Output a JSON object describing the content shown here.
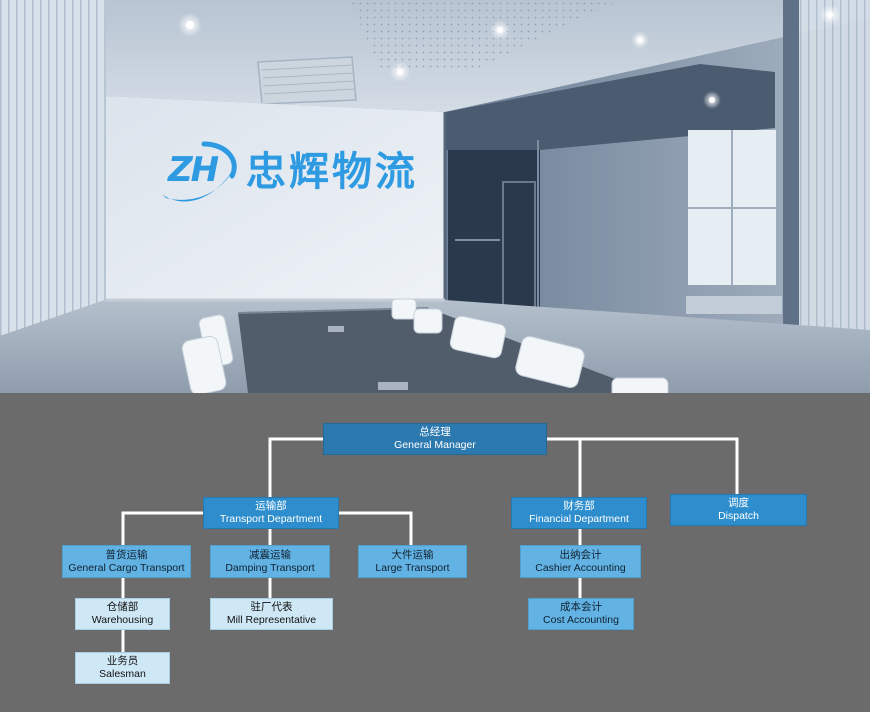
{
  "logo": {
    "mark": "ZH",
    "name": "忠辉物流"
  },
  "org_chart": {
    "zh": "总经理",
    "en": "General Manager",
    "children": [
      {
        "zh": "运输部",
        "en": "Transport Department",
        "children": [
          {
            "zh": "普货运输",
            "en": "General Cargo Transport",
            "children": [
              {
                "zh": "仓储部",
                "en": "Warehousing",
                "children": [
                  {
                    "zh": "业务员",
                    "en": "Salesman"
                  }
                ]
              }
            ]
          },
          {
            "zh": "减震运输",
            "en": "Damping Transport",
            "children": [
              {
                "zh": "驻厂代表",
                "en": "Mill Representative"
              }
            ]
          },
          {
            "zh": "大件运输",
            "en": "Large Transport"
          }
        ]
      },
      {
        "zh": "财务部",
        "en": "Financial Department",
        "children": [
          {
            "zh": "出纳会计",
            "en": "Cashier Accounting",
            "children": [
              {
                "zh": "成本会计",
                "en": "Cost Accounting"
              }
            ]
          }
        ]
      },
      {
        "zh": "调度",
        "en": "Dispatch"
      }
    ]
  },
  "colors": {
    "chart_background": "#6b6b6b",
    "connector": "#ffffff",
    "level_1": "#2b79ae",
    "level_2": "#2e8ecd",
    "level_3": "#62b3e4",
    "level_4": "#cfe8f6",
    "logo_blue": "#2e9ae2"
  }
}
